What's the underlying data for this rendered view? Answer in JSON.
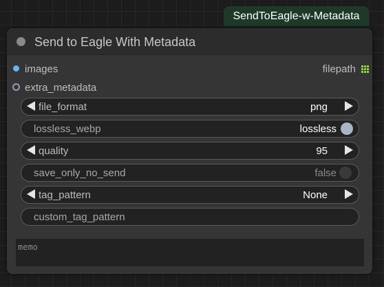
{
  "badge": "SendToEagle-w-Metadata",
  "node": {
    "title": "Send to Eagle With Metadata",
    "inputs": [
      "images",
      "extra_metadata"
    ],
    "output": "filepath",
    "widgets": {
      "file_format": {
        "label": "file_format",
        "value": "png"
      },
      "lossless_webp": {
        "label": "lossless_webp",
        "value": "lossless"
      },
      "quality": {
        "label": "quality",
        "value": "95"
      },
      "save_only_no_send": {
        "label": "save_only_no_send",
        "value": "false"
      },
      "tag_pattern": {
        "label": "tag_pattern",
        "value": "None"
      },
      "custom_tag_pattern": {
        "label": "custom_tag_pattern"
      }
    },
    "memo_placeholder": "memo"
  },
  "colors": {
    "badge_bg": "#1d3a29",
    "images_slot": "#64b5f6",
    "output_slot": "#8fd43b",
    "node_bg": "#353535",
    "widget_bg": "#222222"
  },
  "icons": {
    "collapse": "collapse-dot-icon",
    "images_slot": "circle-dot-icon",
    "extra_slot": "hollow-circle-icon",
    "output_slot": "grid-icon",
    "combo_left": "arrow-left-icon",
    "combo_right": "arrow-right-icon",
    "toggle": "toggle-knob-icon"
  }
}
